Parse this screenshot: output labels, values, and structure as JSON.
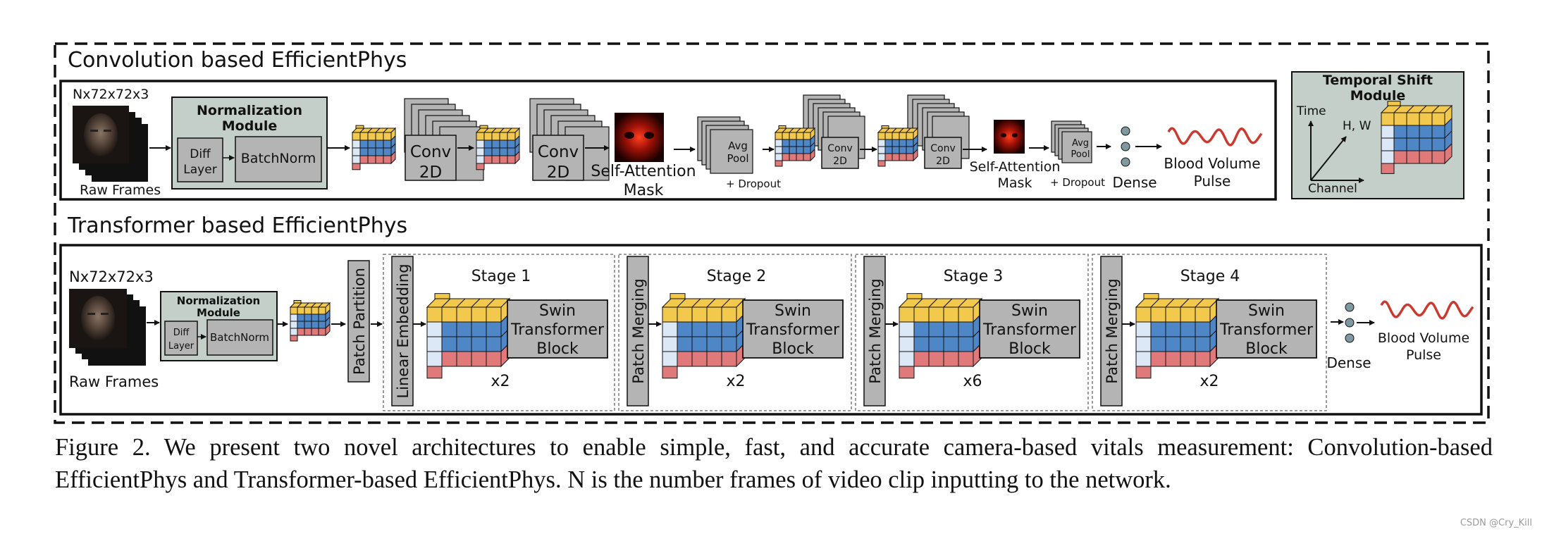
{
  "conv": {
    "title": "Convolution based EfficientPhys",
    "input_dims": "Nx72x72x3",
    "raw_frames": "Raw Frames",
    "norm_title_1": "Normalization",
    "norm_title_2": "Module",
    "diff_1": "Diff",
    "diff_2": "Layer",
    "batchnorm": "BatchNorm",
    "conv_a": "Conv",
    "conv_b": "2D",
    "attn_1": "Self-Attention",
    "attn_2": "Mask",
    "pool_a": "Avg",
    "pool_b": "Pool",
    "dropout": "+ Dropout",
    "dense": "Dense",
    "bvp_1": "Blood Volume",
    "bvp_2": "Pulse"
  },
  "tsm": {
    "title_1": "Temporal Shift",
    "title_2": "Module",
    "time": "Time",
    "hw": "H, W",
    "channel": "Channel"
  },
  "trans": {
    "title": "Transformer based EfficientPhys",
    "input_dims": "Nx72x72x3",
    "raw_frames": "Raw Frames",
    "norm_title_1": "Normalization",
    "norm_title_2": "Module",
    "diff_1": "Diff",
    "diff_2": "Layer",
    "batchnorm": "BatchNorm",
    "patch_partition": "Patch Partition",
    "linear_embedding": "Linear Embedding",
    "patch_merging": "Patch Merging",
    "swin_1": "Swin",
    "swin_2": "Transformer",
    "swin_3": "Block",
    "stages": [
      {
        "label": "Stage 1",
        "repeat": "x2"
      },
      {
        "label": "Stage 2",
        "repeat": "x2"
      },
      {
        "label": "Stage 3",
        "repeat": "x6"
      },
      {
        "label": "Stage 4",
        "repeat": "x2"
      }
    ],
    "dense": "Dense",
    "bvp_1": "Blood Volume",
    "bvp_2": "Pulse"
  },
  "caption": "Figure 2. We present two novel architectures to enable simple, fast, and accurate camera-based vitals measurement: Convolution-based EfficientPhys and Transformer-based EfficientPhys. N is the number frames of video clip inputting to the network.",
  "watermark": "CSDN @Cry_Kill",
  "colors": {
    "module_fill": "#c4cfca",
    "gray_fill": "#b4b4b4",
    "cube_yellow": "#f2c94c",
    "cube_blue": "#4f86c6",
    "cube_red": "#e07a7a",
    "cube_light": "#dde8f6",
    "pulse": "#cc3a2f"
  }
}
